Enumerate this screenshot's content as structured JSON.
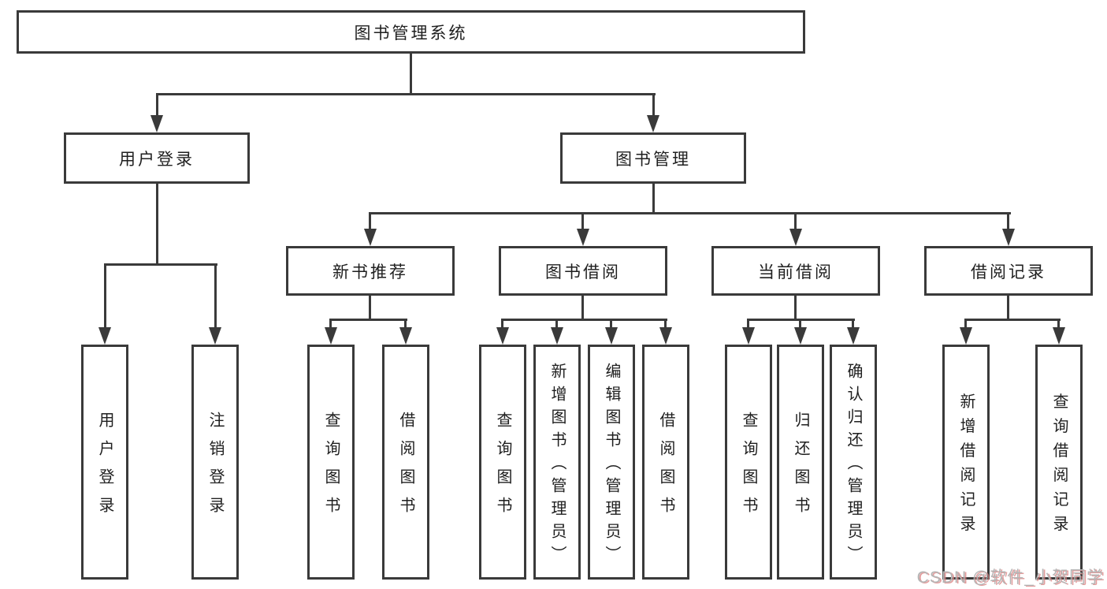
{
  "diagram": {
    "title": "图书管理系统",
    "root": {
      "label": "图书管理系统"
    },
    "level2": {
      "user_login": {
        "label": "用户登录"
      },
      "book_mgmt": {
        "label": "图书管理"
      }
    },
    "level3": {
      "new_book_rec": {
        "label": "新书推荐"
      },
      "book_borrow": {
        "label": "图书借阅"
      },
      "current_borrow": {
        "label": "当前借阅"
      },
      "borrow_records": {
        "label": "借阅记录"
      }
    },
    "leaves": {
      "user_login": {
        "label": "用户登录"
      },
      "logout": {
        "label": "注销登录"
      },
      "rec_query_book": {
        "label": "查询图书"
      },
      "rec_borrow_book": {
        "label": "借阅图书"
      },
      "bb_query_book": {
        "label": "查询图书"
      },
      "bb_add_book": {
        "label": "新增图书（管理员）"
      },
      "bb_edit_book": {
        "label": "编辑图书（管理员）"
      },
      "bb_borrow_book": {
        "label": "借阅图书"
      },
      "cb_query_book": {
        "label": "查询图书"
      },
      "cb_return_book": {
        "label": "归还图书"
      },
      "cb_confirm_return": {
        "label": "确认归还（管理员）"
      },
      "br_add_record": {
        "label": "新增借阅记录"
      },
      "br_query_record": {
        "label": "查询借阅记录"
      }
    },
    "colors": {
      "line": "#3a3a3a",
      "text": "#1f1f1f",
      "background": "#ffffff",
      "watermark_gray": "#b5b5b5",
      "watermark_red": "#d97d7d"
    }
  },
  "watermark": {
    "text": "CSDN @软件_小贺同学"
  }
}
